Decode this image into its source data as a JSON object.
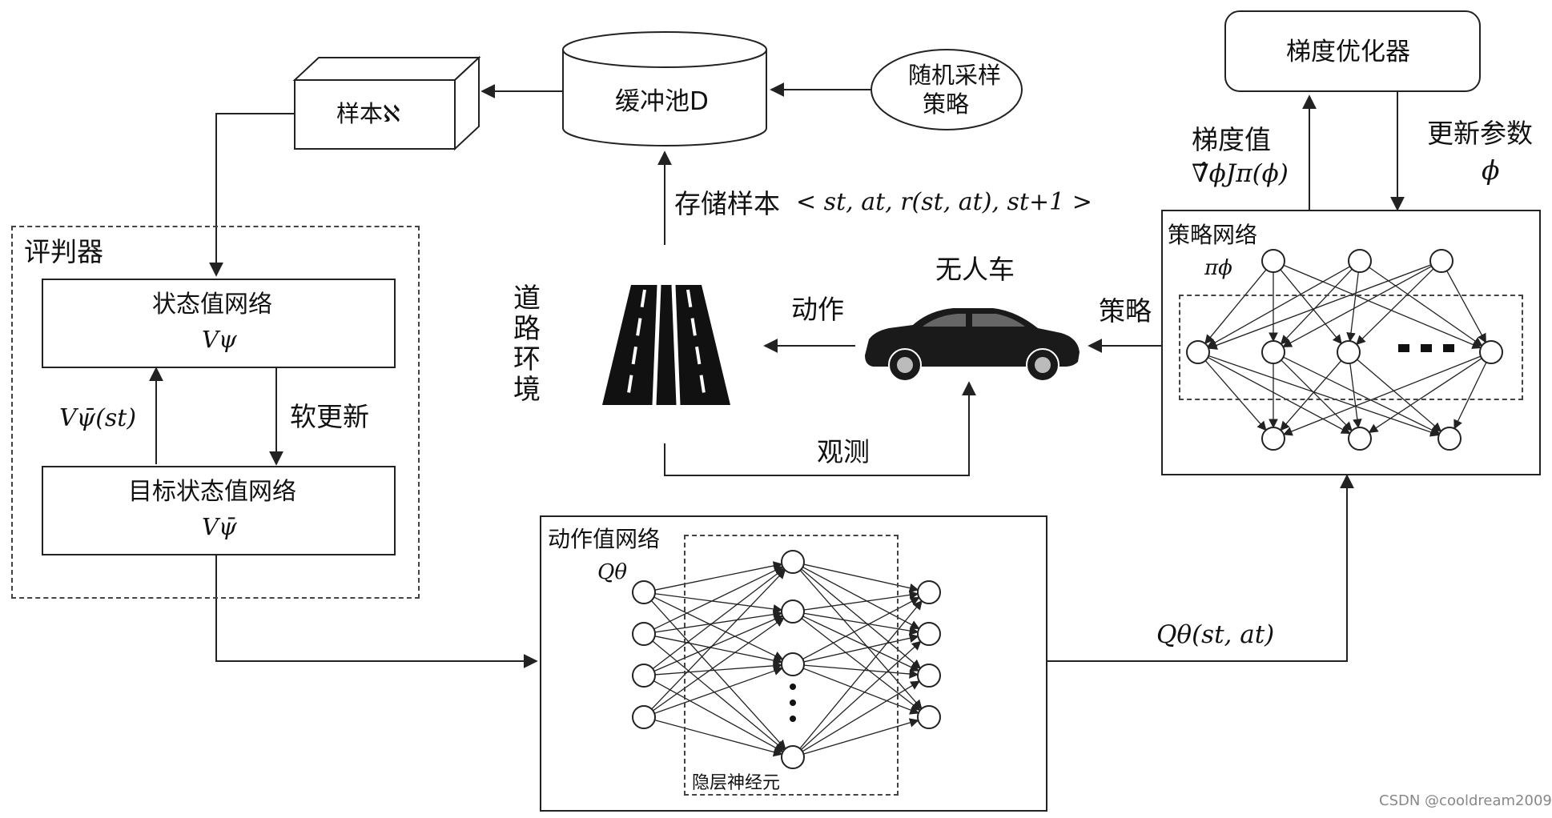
{
  "sample_box": "样本ℵ",
  "buffer": "缓冲池D",
  "random_sampling": [
    "随机采样",
    "策略"
  ],
  "gradient_optimizer": "梯度优化器",
  "gradient_value": "梯度值",
  "gradient_expr": "∇̂ϕJπ(ϕ)",
  "update_params": "更新参数",
  "phi": "ϕ",
  "store_sample": "存储样本",
  "store_expr": "< st, at, r(st, at), st+1 >",
  "critic": "评判器",
  "state_value_net": "状态值网络",
  "v_psi": "Vψ",
  "soft_update": "软更新",
  "v_target_st": "Vψ̄(st)",
  "target_state_value_net": "目标状态值网络",
  "v_target": "Vψ̄",
  "road_env": [
    "道",
    "路",
    "环",
    "境"
  ],
  "action": "动作",
  "unmanned_car": "无人车",
  "policy": "策略",
  "observation": "观测",
  "policy_net": "策略网络",
  "pi_phi": "πϕ",
  "action_value_net": "动作值网络",
  "q_theta": "Qθ",
  "hidden_neurons": "隐层神经元",
  "q_expr": "Qθ(st, at)",
  "watermark": "CSDN @cooldream2009"
}
